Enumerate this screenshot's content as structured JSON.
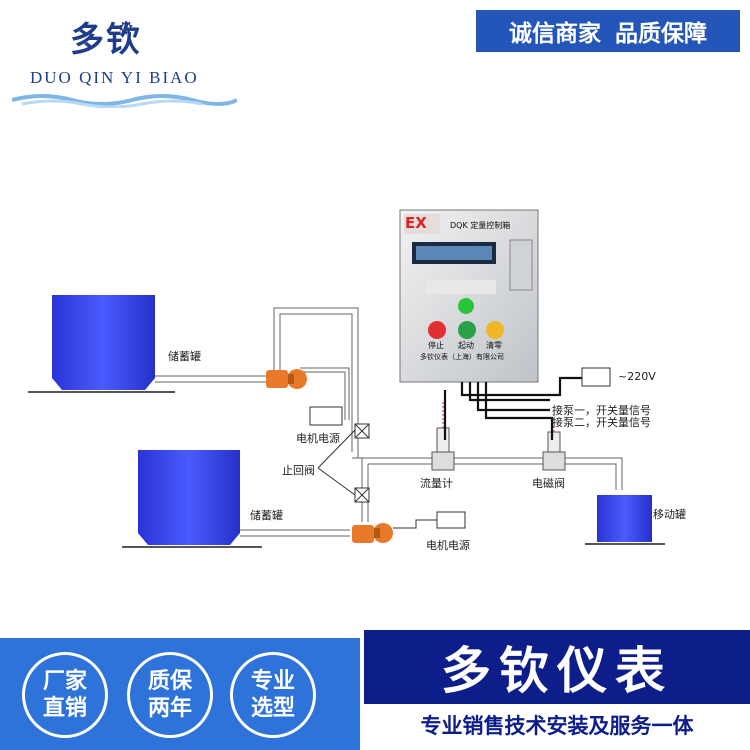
{
  "logo": {
    "brand_cn": "多钦",
    "brand_en": "DUO QIN YI BIAO"
  },
  "banner": {
    "part1": "诚信商家",
    "part2": "品质保障"
  },
  "diagram": {
    "tank1_label": "储蓄罐",
    "tank2_label": "储蓄罐",
    "mobile_tank_label": "移动罐",
    "motor_power_1": "电机电源",
    "motor_power_2": "电机电源",
    "check_valve": "止回阀",
    "flowmeter": "流量计",
    "solenoid_valve": "电磁阀",
    "voltage": "~220V",
    "pump1_signal": "接泵一，开关量信号",
    "pump2_signal": "接泵二，开关量信号",
    "cabinet": {
      "ex_mark": "EX",
      "title": "DQK 定量控制箱",
      "btn_stop": "停止",
      "btn_start": "起动",
      "btn_clear": "清零",
      "company": "多钦仪表（上海）有限公司"
    }
  },
  "badges": [
    {
      "line1": "厂家",
      "line2": "直销"
    },
    {
      "line1": "质保",
      "line2": "两年"
    },
    {
      "line1": "专业",
      "line2": "选型"
    }
  ],
  "brand_block": {
    "name": "多钦仪表",
    "slogan": "专业销售技术安装及服务一体"
  },
  "colors": {
    "primary_blue": "#2356b8",
    "deep_blue": "#0d1d8a",
    "tank_blue": "#2f3de8",
    "pump_orange": "#e8782a"
  }
}
